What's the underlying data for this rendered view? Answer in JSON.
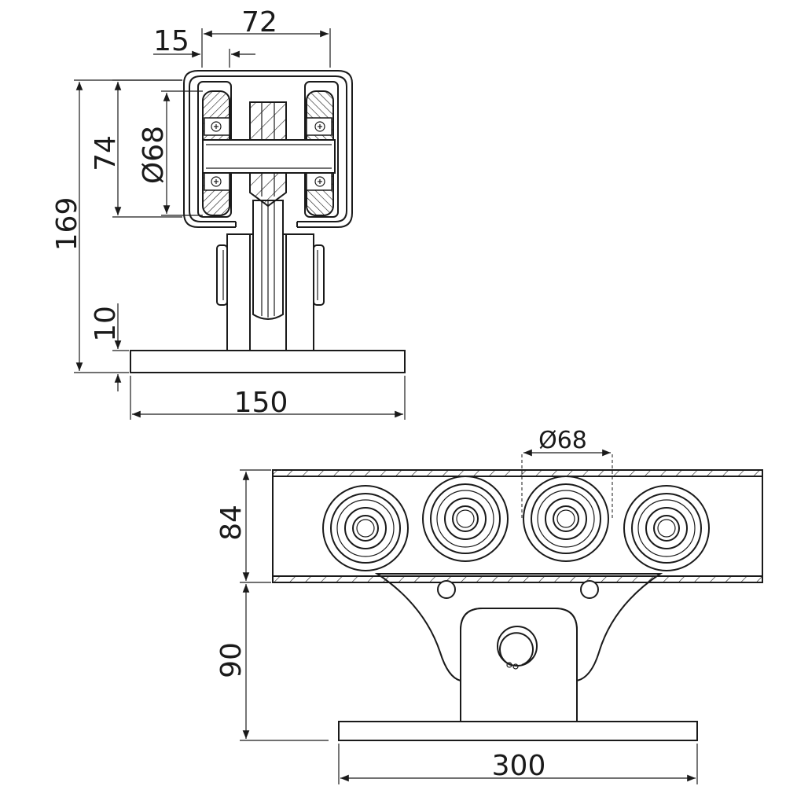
{
  "front_view": {
    "dim_width_top": "72",
    "dim_wall": "15",
    "dim_height_total": "169",
    "dim_height_profile": "74",
    "dim_wheel_diameter": "Ø68",
    "dim_plate_thickness": "10",
    "dim_plate_width": "150"
  },
  "side_view": {
    "dim_wheel_diameter": "Ø68",
    "dim_profile_height": "84",
    "dim_bracket_height": "90",
    "dim_plate_length": "300"
  }
}
